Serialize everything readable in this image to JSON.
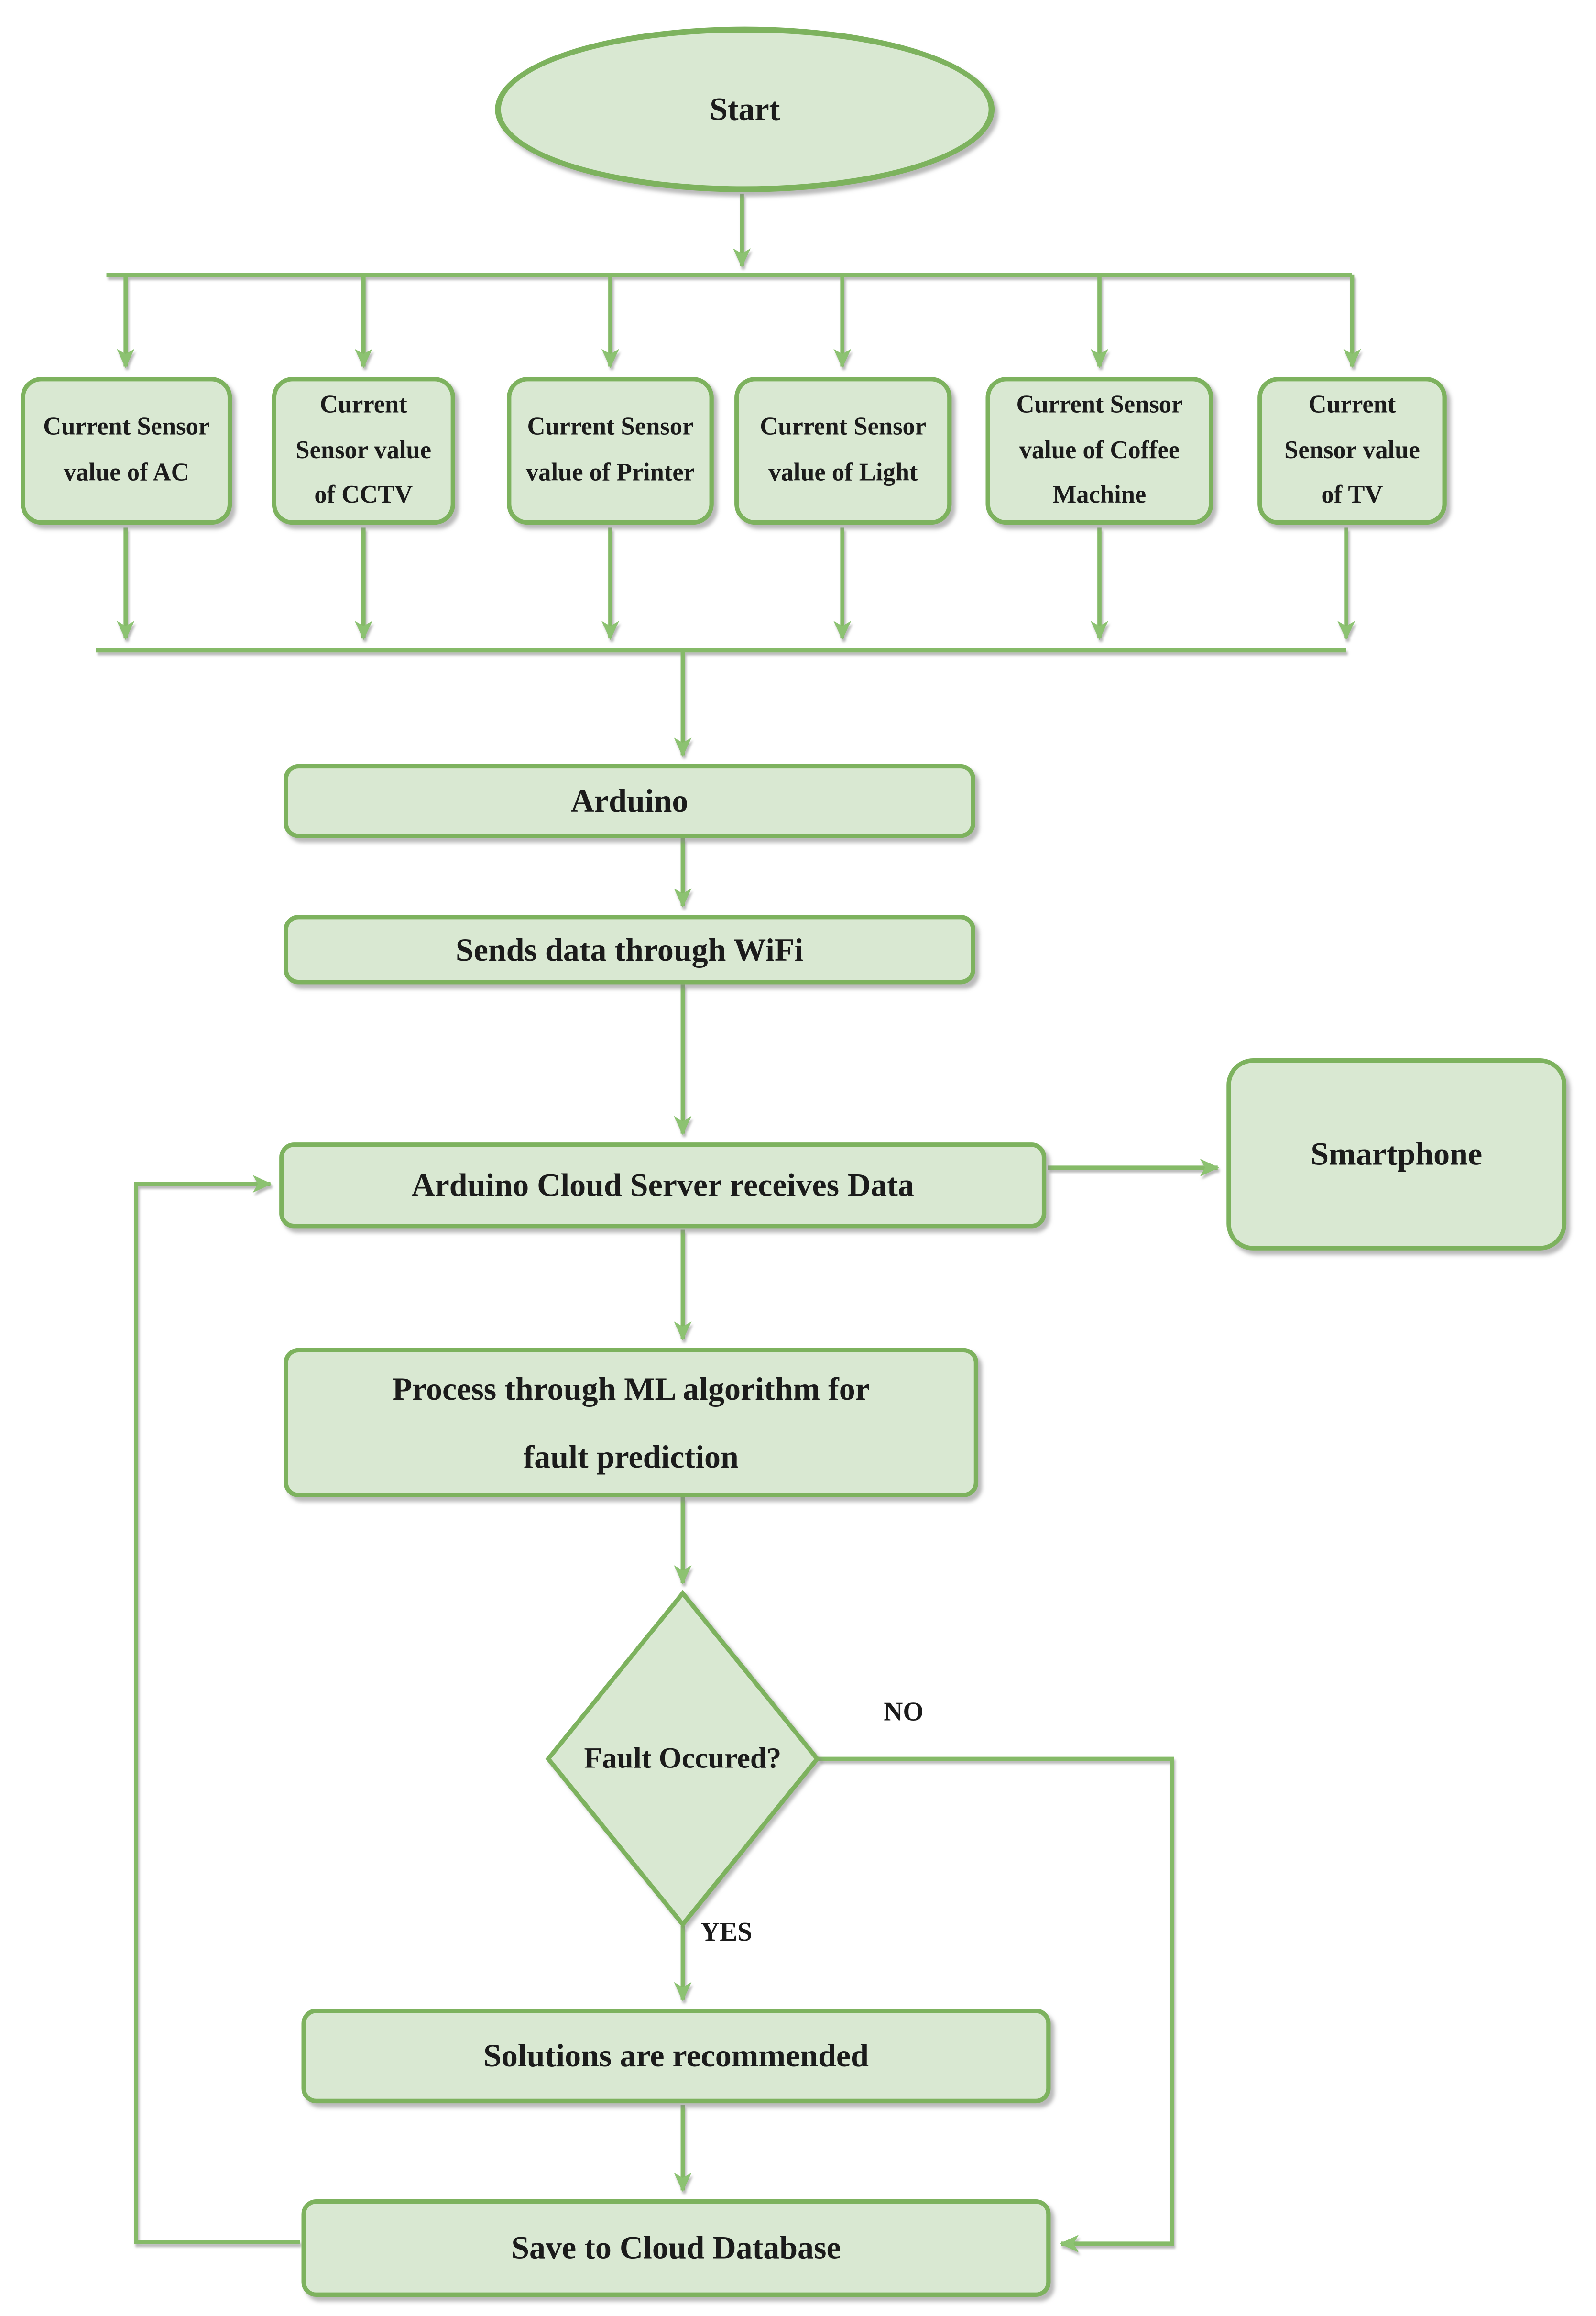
{
  "theme": {
    "node-fill": "#d9e8d2",
    "node-border": "#7db25e",
    "line-color": "#85ba68",
    "arrow-color": "#8cc271",
    "text-color": "#1b1b1b",
    "bg-color": "#ffffff"
  },
  "nodes": {
    "start": {
      "label": "Start"
    },
    "sensors": [
      {
        "label": "Current Sensor value of AC"
      },
      {
        "label": "Current Sensor value of CCTV"
      },
      {
        "label": "Current Sensor value of Printer"
      },
      {
        "label": "Current Sensor value of Light"
      },
      {
        "label": "Current Sensor value of Coffee Machine"
      },
      {
        "label": "Current Sensor value of TV"
      }
    ],
    "arduino": {
      "label": "Arduino"
    },
    "wifi": {
      "label": "Sends data through WiFi"
    },
    "cloud": {
      "label": "Arduino Cloud Server receives Data"
    },
    "smartphone": {
      "label": "Smartphone"
    },
    "ml": {
      "label": "Process through ML algorithm for fault prediction"
    },
    "decision": {
      "label": "Fault Occured?"
    },
    "solutions": {
      "label": "Solutions are recommended"
    },
    "save": {
      "label": "Save to Cloud Database"
    }
  },
  "edges": {
    "yes_label": "YES",
    "no_label": "NO"
  }
}
